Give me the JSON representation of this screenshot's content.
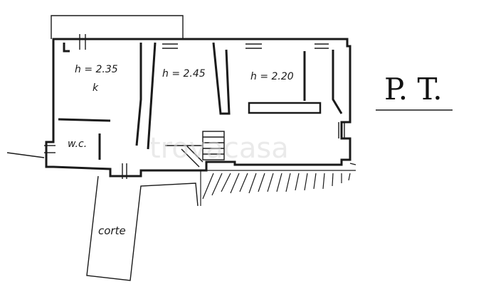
{
  "title": "P. T.",
  "rooms": [
    {
      "id": "kitchen",
      "height_label": "h = 2.35",
      "name": "k"
    },
    {
      "id": "middle",
      "height_label": "h = 2.45"
    },
    {
      "id": "right",
      "height_label": "h = 2.20"
    },
    {
      "id": "wc",
      "name": "w.c."
    }
  ],
  "courtyard": "corte",
  "watermark": "trovacasa"
}
